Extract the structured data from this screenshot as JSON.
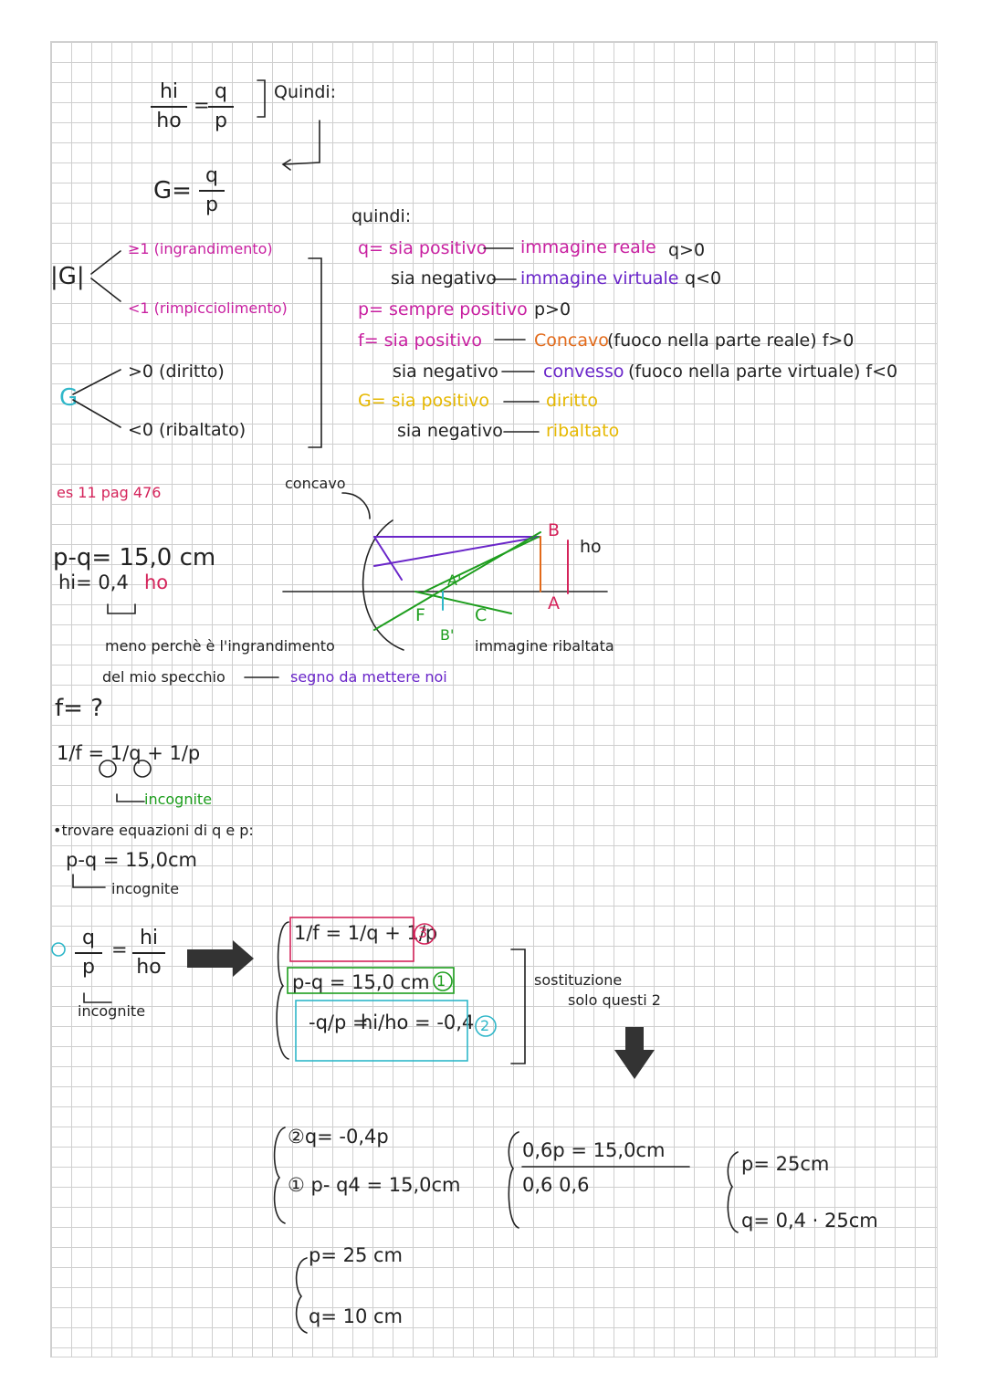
{
  "magnification": {
    "ratio_top_left": "hi",
    "ratio_bottom_left": "ho",
    "ratio_top_right": "q",
    "ratio_bottom_right": "p",
    "quindi_label": "Quindi:",
    "G_eq": "G=",
    "G_top": "q",
    "G_bottom": "p"
  },
  "absG_label": "|G|",
  "absG_branches": [
    "≥1 (ingrandimento)",
    "<1 (rimpicciolimento)"
  ],
  "G_label": "G",
  "G_branches": [
    ">0 (diritto)",
    "<0 (ribaltato)"
  ],
  "rules": {
    "title": "quindi:",
    "q1": "q= sia positivo",
    "q1_result": "immagine reale",
    "q1_cond": "q>0",
    "q2": "sia negativo",
    "q2_result": "immagine virtuale",
    "q2_cond": "q<0",
    "p1": "p= sempre positivo",
    "p1_cond": "p>0",
    "f1": "f= sia positivo",
    "f1_result": "Concavo",
    "f1_note": "(fuoco nella parte reale) f>0",
    "f2": "sia negativo",
    "f2_result": "convesso",
    "f2_note": "(fuoco nella parte virtuale) f<0",
    "G1": "G= sia positivo",
    "G1_result": "diritto",
    "G2": "sia negativo",
    "G2_result": "ribaltato"
  },
  "exercise": {
    "title": "es 11 pag 476",
    "given1": "p-q= 15,0 cm",
    "given2_a": "hi= 0,4",
    "given2_b": "ho",
    "note1": "meno perchè è l'ingrandimento",
    "note2": "del mio specchio",
    "note2_result": "segno da mettere noi",
    "concavo_label": "concavo",
    "diagram_B": "B",
    "diagram_ho": "ho",
    "diagram_A": "A",
    "diagram_A1": "A'",
    "diagram_F": "F",
    "diagram_C": "C",
    "diagram_B1": "B'",
    "diagram_caption": "immagine ribaltata",
    "f_question": "f= ?",
    "lens_eq": "1/f = 1/q + 1/p",
    "unknowns": "incognite",
    "find_eq": "•trovare equazioni di q e p:",
    "eq_pq": "p-q = 15,0cm",
    "eq_pq_note": "incognite",
    "ratio_q": "q",
    "ratio_p": "p",
    "ratio_hi": "hi",
    "ratio_ho": "ho",
    "ratio_note": "incognite",
    "sys1": "1/f = 1/q + 1/p",
    "sys1_num": "3",
    "sys2": "p-q = 15,0 cm",
    "sys2_num": "1",
    "sys3_a": "-q/p =",
    "sys3_b": "hi/ho = -0,4",
    "sys3_num": "2",
    "substitution": "sostituzione",
    "substitution2": "solo questi 2",
    "step1_a": "②q= -0,4p",
    "step1_b": "① p- q4 = 15,0cm",
    "step2_a": "0,6p = 15,0cm",
    "step2_b": "0,6          0,6",
    "step3_a": "p= 25cm",
    "step3_b": "q= 0,4 · 25cm",
    "final_a": "p= 25 cm",
    "final_b": "q= 10 cm"
  }
}
